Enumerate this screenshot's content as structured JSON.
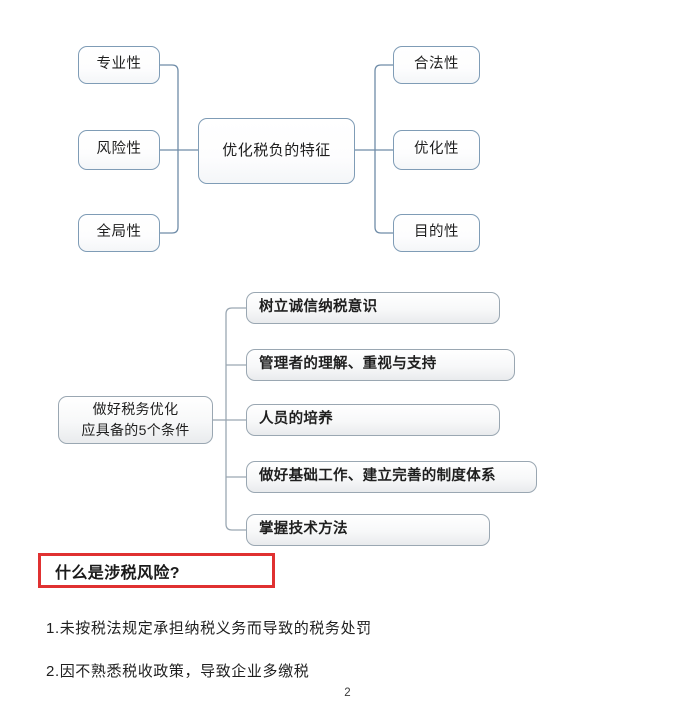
{
  "document": {
    "page_number": "2",
    "accent_colors": {
      "diagram1_border": "#7f9cb6",
      "diagram2_border": "#9aa7b2",
      "heading_box_border": "#e03131",
      "text": "#1f1f1f"
    }
  },
  "diagram1": {
    "name": "优化税负的特征 mind map",
    "center": {
      "label": "优化税负的特征"
    },
    "left_branches": [
      {
        "label": "专业性"
      },
      {
        "label": "风险性"
      },
      {
        "label": "全局性"
      }
    ],
    "right_branches": [
      {
        "label": "合法性"
      },
      {
        "label": "优化性"
      },
      {
        "label": "目的性"
      }
    ]
  },
  "diagram2": {
    "name": "做好税务优化应具备的5个条件",
    "root": {
      "line1": "做好税务优化",
      "line2": "应具备的5个条件"
    },
    "items": [
      {
        "label": "树立诚信纳税意识"
      },
      {
        "label": "管理者的理解、重视与支持"
      },
      {
        "label": "人员的培养"
      },
      {
        "label": "做好基础工作、建立完善的制度体系"
      },
      {
        "label": "掌握技术方法"
      }
    ]
  },
  "text_section": {
    "heading": "什么是涉税风险?",
    "lines": [
      "1.未按税法规定承担纳税义务而导致的税务处罚",
      "2.因不熟悉税收政策，导致企业多缴税"
    ]
  }
}
